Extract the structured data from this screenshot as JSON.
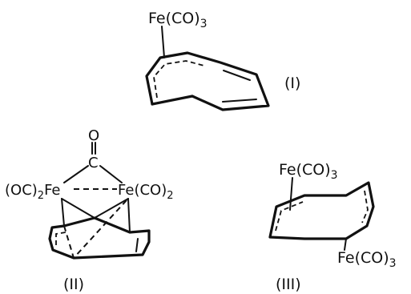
{
  "structures": [
    {
      "id": "I",
      "fragment_label": "Fe(CO)3",
      "fragment_main": "Fe(CO)",
      "fragment_sub": "3",
      "roman_label": "(I)"
    },
    {
      "id": "II",
      "carbonyl_o": "O",
      "carbonyl_c": "C",
      "left_fragment_main": "(OC)",
      "left_fragment_sub": "2",
      "left_fragment_tail": "Fe",
      "right_fragment_main": "Fe(CO)",
      "right_fragment_sub": "2",
      "roman_label": "(II)"
    },
    {
      "id": "III",
      "top_fragment_main": "Fe(CO)",
      "top_fragment_sub": "3",
      "bottom_fragment_main": "Fe(CO)",
      "bottom_fragment_sub": "3",
      "roman_label": "(III)"
    }
  ]
}
